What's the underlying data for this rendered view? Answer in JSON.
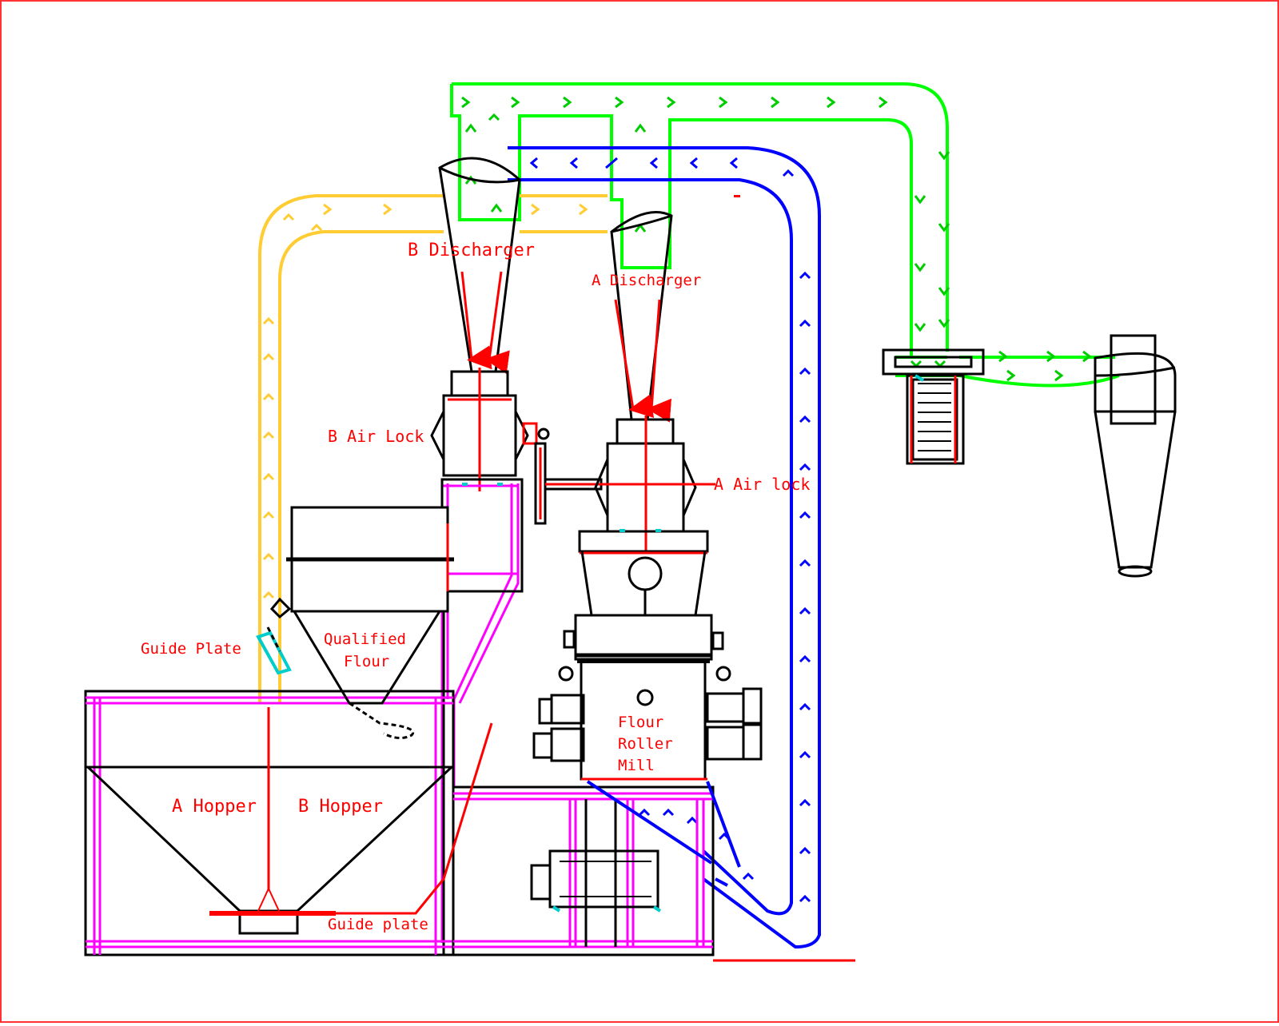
{
  "labels": {
    "b_discharger": "B Discharger",
    "a_discharger": "A Discharger",
    "b_air_lock": "B Air Lock",
    "a_air_lock": "A Air lock",
    "guide_plate_upper": "Guide Plate",
    "qualified_flour_1": "Qualified",
    "qualified_flour_2": "Flour",
    "flour_roller_mill_1": "Flour",
    "flour_roller_mill_2": "Roller",
    "flour_roller_mill_3": "Mill",
    "a_hopper": "A Hopper",
    "b_hopper": "B Hopper",
    "guide_plate_lower": "Guide plate"
  },
  "colors": {
    "label": "#ff0000",
    "green_pipe": "#00ff00",
    "blue_pipe": "#0000ff",
    "yellow_pipe": "#ffcc33",
    "frame": "#ff00ff",
    "outline": "#000000",
    "accent": "#00cccc"
  },
  "icons": {
    "green_flow": "chevron-arrow",
    "blue_flow": "chevron-arrow",
    "yellow_flow": "chevron-arrow"
  }
}
